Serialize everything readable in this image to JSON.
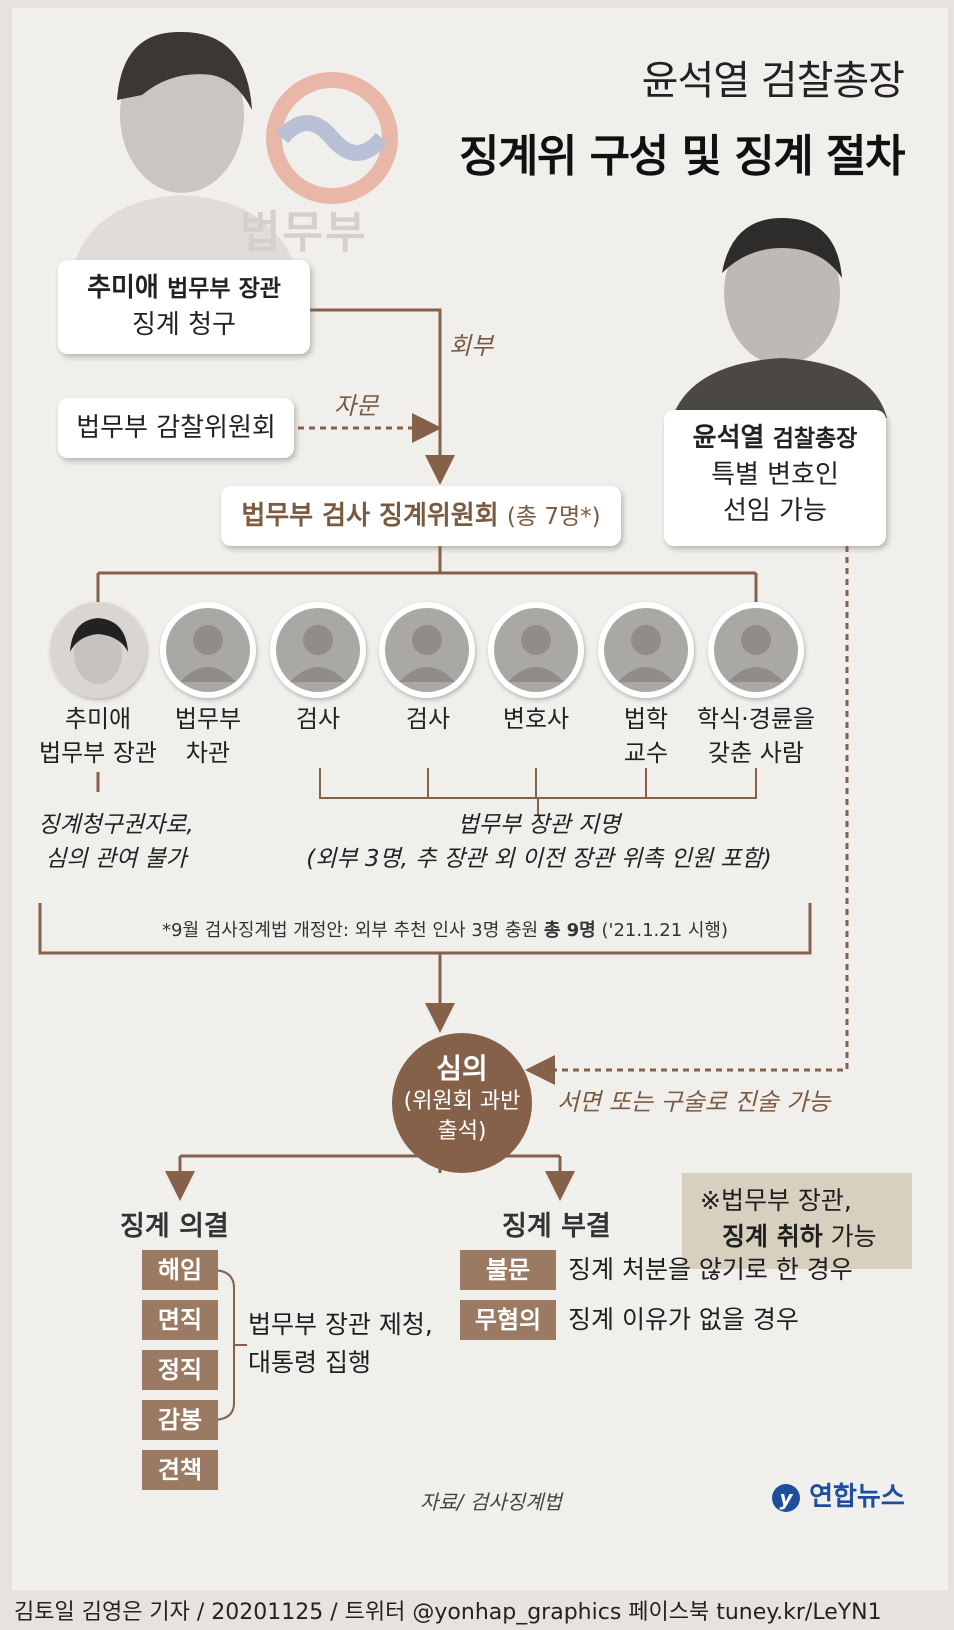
{
  "title": {
    "line1": "윤석열 검찰총장",
    "line2": "징계위 구성 및 징계 절차"
  },
  "ministry_logo_text": "법무부",
  "minister_box": {
    "name": "추미애",
    "role": "법무부 장관",
    "action": "징계 청구"
  },
  "label_refer": "회부",
  "inspection_committee": "법무부 감찰위원회",
  "label_advice": "자문",
  "committee": {
    "name": "법무부 검사 징계위원회",
    "count": "(총 7명*)"
  },
  "prosecutor_box": {
    "name": "윤석열",
    "role": "검찰총장",
    "line2": "특별 변호인",
    "line3": "선임 가능"
  },
  "members": [
    {
      "line1": "추미애",
      "line2": "법무부 장관"
    },
    {
      "line1": "법무부",
      "line2": "차관"
    },
    {
      "line1": "검사",
      "line2": ""
    },
    {
      "line1": "검사",
      "line2": ""
    },
    {
      "line1": "변호사",
      "line2": ""
    },
    {
      "line1": "법학",
      "line2": "교수"
    },
    {
      "line1": "학식·경륜을",
      "line2": "갖춘 사람"
    }
  ],
  "chu_note": {
    "line1": "징계청구권자로,",
    "line2": "심의 관여 불가"
  },
  "appoint_note": {
    "line1": "법무부 장관 지명",
    "line2": "(외부 3명, 추 장관 외 이전 장관 위촉 인원 포함)"
  },
  "amendment_note": {
    "prefix": "*9월 검사징계법 개정안: 외부 추천 인사 3명 충원 ",
    "bold": "총 9명",
    "suffix": " ('21.1.21 시행)"
  },
  "deliberation": {
    "title": "심의",
    "line1": "(위원회 과반",
    "line2": "출석)"
  },
  "statement_note": "서면 또는 구술로 진술 가능",
  "withdraw_note": {
    "line1": "※법무부 장관,",
    "bold": "징계 취하",
    "suffix": " 가능"
  },
  "resolution": {
    "title": "징계 의결",
    "items": [
      "해임",
      "면직",
      "정직",
      "감봉",
      "견책"
    ],
    "note1": "법무부 장관 제청,",
    "note2": "대통령 집행"
  },
  "rejection": {
    "title": "징계 부결",
    "items": [
      {
        "tag": "불문",
        "desc": "징계 처분을 않기로 한 경우"
      },
      {
        "tag": "무혐의",
        "desc": "징계 이유가 없을 경우"
      }
    ]
  },
  "source": "자료/ 검사징계법",
  "agency_logo": "연합뉴스",
  "credit": "김토일 김영은 기자 / 20201125 / 트위터 @yonhap_graphics  페이스북 tuney.kr/LeYN1",
  "colors": {
    "brown": "#86614a",
    "tag": "#9b7a63",
    "note_bg": "#d8d0bf"
  }
}
